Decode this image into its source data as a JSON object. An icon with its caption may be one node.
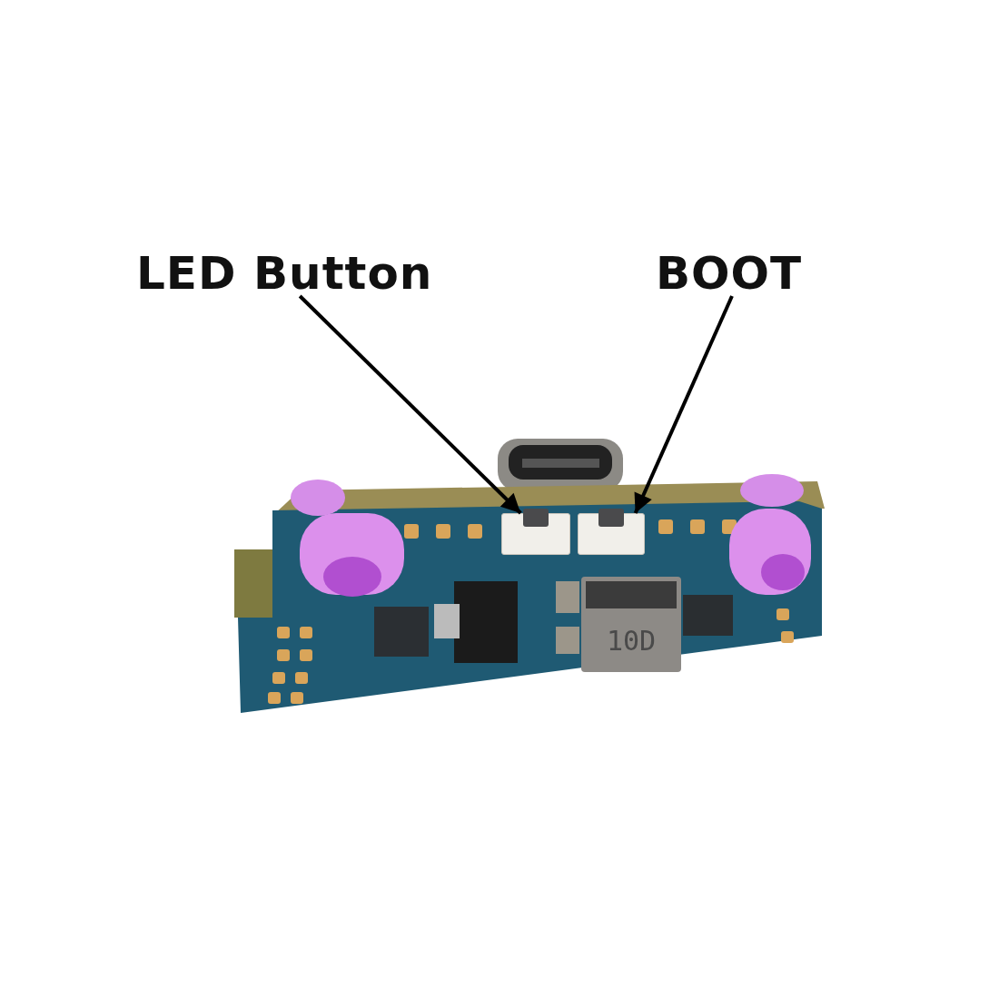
{
  "diagram": {
    "nodes": [
      {
        "text": [
          "LED Button"
        ]
      },
      {
        "text": [
          "BOOT"
        ]
      },
      {
        "text": [],
        "shape": "box"
      },
      {
        "text": [],
        "shape": "box"
      }
    ],
    "edges": [
      {
        "from": 0,
        "to": 2,
        "arrow": "to"
      },
      {
        "from": 1,
        "to": 3,
        "arrow": "to"
      }
    ],
    "labels": [
      "10D"
    ]
  }
}
